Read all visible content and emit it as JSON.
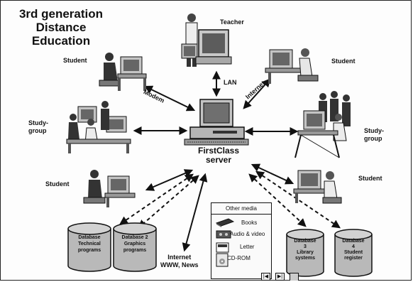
{
  "title_lines": [
    "3rd generation",
    "Distance",
    "Education"
  ],
  "labels": {
    "teacher": "Teacher",
    "student_tl": "Student",
    "student_tr": "Student",
    "studygroup_l": "Study-\ngroup",
    "studygroup_r": "Study-\ngroup",
    "student_ml": "Student",
    "student_mr": "Student",
    "lan": "LAN",
    "modem": "Modem",
    "internet_tr": "Internet",
    "internet_bottom": "Internet\nWWW, News",
    "server_line1": "FirstClass",
    "server_line2": "server"
  },
  "databases": [
    {
      "text": "Database\nTechnical\nprograms"
    },
    {
      "text": "Database 2\nGraphics\nprograms"
    },
    {
      "text": "Database\n3\nLibrary\nsystems"
    },
    {
      "text": "Database\n4\nStudent\nregister"
    }
  ],
  "media": {
    "title": "Other media",
    "items": [
      {
        "icon": "book-icon",
        "label": "Books"
      },
      {
        "icon": "videotape-icon",
        "label": "Audio & video"
      },
      {
        "icon": "letter-icon",
        "label": "Letter"
      },
      {
        "icon": "cdrom-icon",
        "label": "CD-ROM"
      }
    ]
  },
  "nav": {
    "prev_icon": "skip-back-icon",
    "next_icon": "skip-forward-icon"
  },
  "colors": {
    "ink": "#111111",
    "person": "#2f2f2f",
    "computer": "#bdbdbd",
    "database": "#b9b9b9"
  }
}
